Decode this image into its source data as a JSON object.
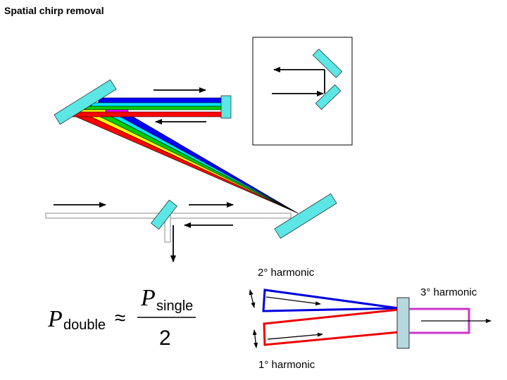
{
  "title": "Spatial chirp removal",
  "labels": {
    "second_harmonic": "2° harmonic",
    "third_harmonic": "3° harmonic",
    "first_harmonic": "1° harmonic"
  },
  "formula": {
    "lhs_symbol": "P",
    "lhs_subscript": "double",
    "relation": "≈",
    "numerator_symbol": "P",
    "numerator_subscript": "single",
    "denominator": "2"
  },
  "colors": {
    "mirror_fill": "#5ce6e6",
    "blue_beam": "#0000ff",
    "cyan_beam": "#00e5ff",
    "green_beam": "#00cc00",
    "yellow_beam": "#ffff00",
    "magenta_beam": "#ff00ff",
    "red_beam": "#ff0000",
    "crystal_fill": "#b8d8e0",
    "purple_path": "#cc33cc"
  },
  "icons": [
    "arrow-right-icon",
    "arrow-left-icon",
    "arrow-down-icon",
    "polarization-arrow-icon"
  ]
}
